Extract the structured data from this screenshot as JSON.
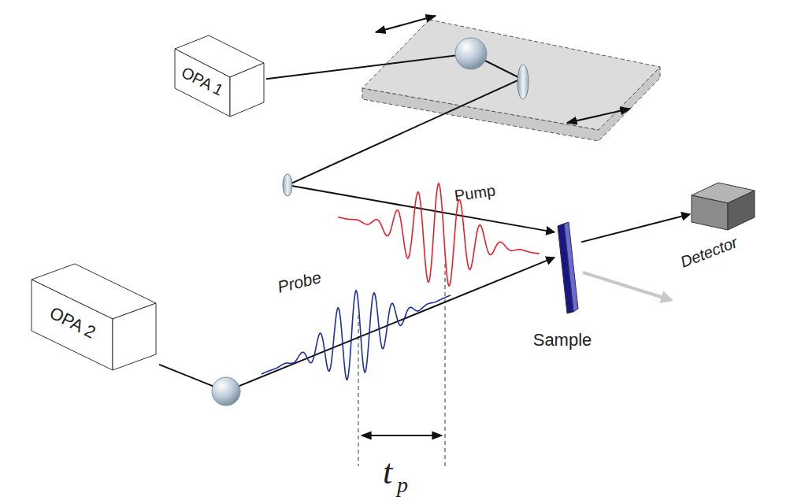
{
  "diagram": {
    "nodes": [
      {
        "text": [
          "OPA 1"
        ]
      },
      {
        "text": [
          "Detector"
        ]
      },
      {
        "text": [
          "Sample"
        ]
      },
      {
        "text": [
          "OPA 2"
        ]
      }
    ],
    "edges": [
      {
        "from": 0,
        "to": 2,
        "arrow": "to"
      },
      {
        "from": 3,
        "to": 2,
        "arrow": "to"
      },
      {
        "from": 2,
        "to": 1,
        "arrow": "to"
      }
    ],
    "labels": [
      "Pump",
      "Probe",
      "t",
      "p"
    ]
  }
}
